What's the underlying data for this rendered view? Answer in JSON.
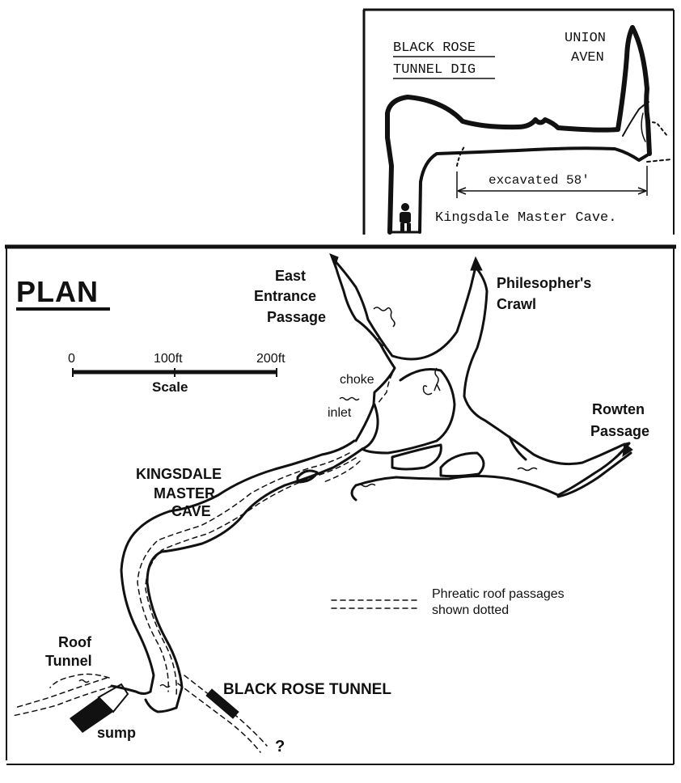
{
  "section": {
    "title_line1": "BLACK ROSE",
    "title_line2": "TUNNEL DIG",
    "union_line1": "UNION",
    "union_line2": "AVEN",
    "excavated": "excavated 58'",
    "cave_name": "Kingsdale Master Cave."
  },
  "plan": {
    "title": "PLAN",
    "scale": {
      "ticks": [
        "0",
        "100ft",
        "200ft"
      ],
      "caption": "Scale"
    },
    "labels": {
      "east_entrance_1": "East",
      "east_entrance_2": "Entrance",
      "east_entrance_3": "Passage",
      "philosophers_1": "Philesopher's",
      "philosophers_2": "Crawl",
      "rowten_1": "Rowten",
      "rowten_2": "Passage",
      "choke": "choke",
      "inlet": "inlet",
      "kingsdale_1": "KINGSDALE",
      "kingsdale_2": "MASTER",
      "kingsdale_3": "CAVE",
      "legend_1": "Phreatic roof passages",
      "legend_2": "shown dotted",
      "roof_tunnel_1": "Roof",
      "roof_tunnel_2": "Tunnel",
      "black_rose_tunnel": "BLACK ROSE TUNNEL",
      "sump": "sump",
      "question": "?"
    }
  }
}
